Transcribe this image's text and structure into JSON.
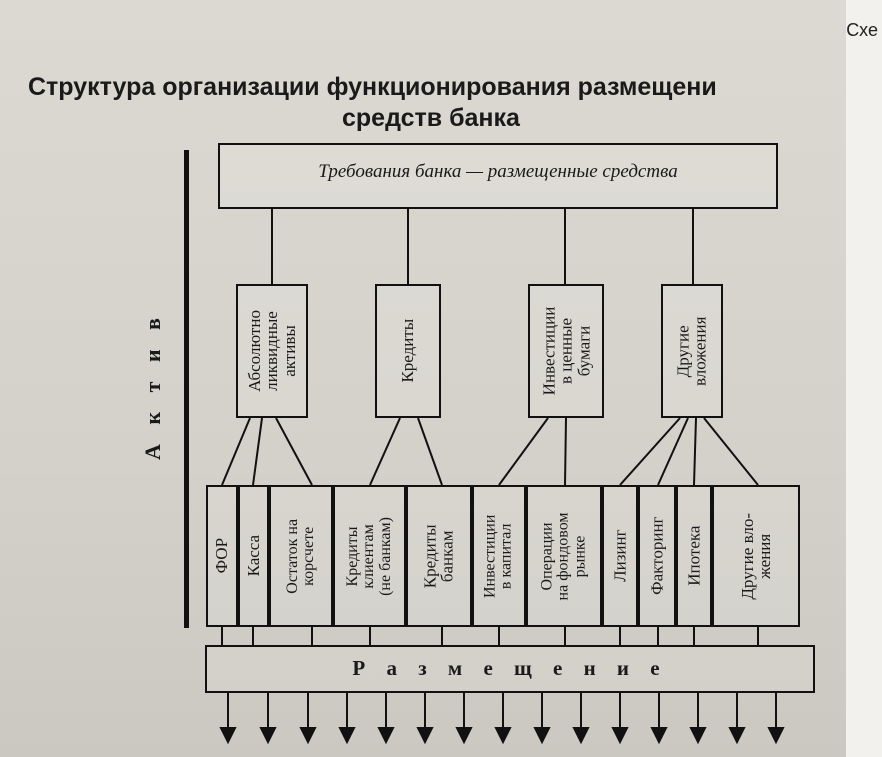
{
  "scheme_label": "Схе",
  "title": {
    "line1": "Структура организации функционирования размещени",
    "line2": "средств банка"
  },
  "side_label": "А к т и в",
  "top_box": "Требования банка — размещенные средства",
  "categories": [
    {
      "label": "Абсолютно\nликвидные\nактивы"
    },
    {
      "label": "Кредиты"
    },
    {
      "label": "Инвестиции\nв ценные\nбумаги"
    },
    {
      "label": "Другие\nвложения"
    }
  ],
  "items": [
    {
      "label": "ФОР"
    },
    {
      "label": "Касса"
    },
    {
      "label": "Остаток на\nкорсчете"
    },
    {
      "label": "Кредиты\nклиентам\n(не банкам)"
    },
    {
      "label": "Кредиты\nбанкам"
    },
    {
      "label": "Инвестиции\nв капитал"
    },
    {
      "label": "Операции\nна фондовом\nрынке"
    },
    {
      "label": "Лизинг"
    },
    {
      "label": "Факторинг"
    },
    {
      "label": "Ипотека"
    },
    {
      "label": "Другие вло-\nжения"
    }
  ],
  "bottom_box": "Р а з м е щ е н и е"
}
